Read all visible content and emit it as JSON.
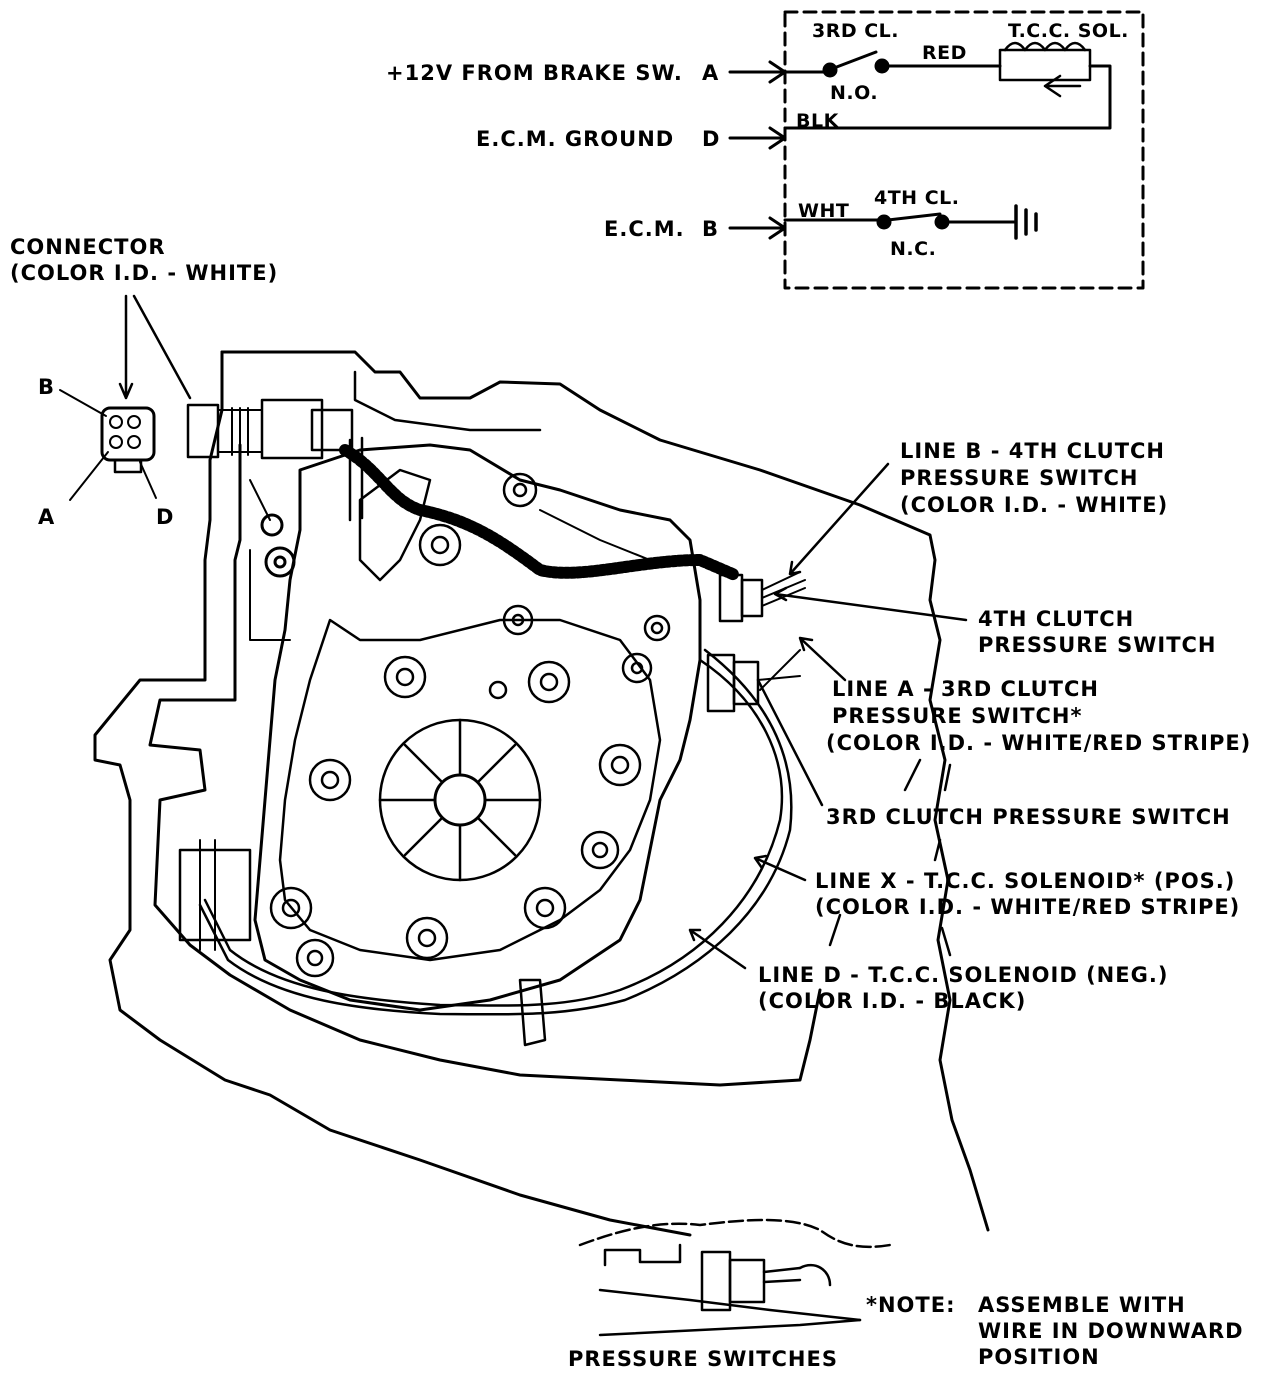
{
  "schematic": {
    "brake_input": "+12V FROM BRAKE SW.",
    "brake_pin": "A",
    "ground_input": "E.C.M. GROUND",
    "ground_pin": "D",
    "ecm_input": "E.C.M.",
    "ecm_pin": "B",
    "third_clutch": "3RD CL.",
    "third_state": "N.O.",
    "red_wire": "RED",
    "tcc_sol": "T.C.C. SOL.",
    "blk_wire": "BLK",
    "wht_wire": "WHT",
    "fourth_clutch": "4TH CL.",
    "fourth_state": "N.C."
  },
  "connector": {
    "title_line1": "CONNECTOR",
    "title_line2": "(COLOR I.D. - WHITE)",
    "pin_b": "B",
    "pin_a": "A",
    "pin_d": "D"
  },
  "callouts": {
    "line_b": [
      "LINE B - 4TH CLUTCH",
      "PRESSURE SWITCH",
      "(COLOR I.D. - WHITE)"
    ],
    "fourth_switch": [
      "4TH CLUTCH",
      "PRESSURE SWITCH"
    ],
    "line_a": [
      "LINE A - 3RD CLUTCH",
      "PRESSURE SWITCH*",
      "(COLOR I.D. - WHITE/RED STRIPE)"
    ],
    "third_switch": "3RD CLUTCH PRESSURE SWITCH",
    "line_x": [
      "LINE X - T.C.C. SOLENOID* (POS.)",
      "(COLOR I.D. - WHITE/RED STRIPE)"
    ],
    "line_d": [
      "LINE D - T.C.C. SOLENOID (NEG.)",
      "(COLOR I.D. - BLACK)"
    ],
    "pressure_switches": "PRESSURE SWITCHES",
    "note_prefix": "*NOTE:",
    "note": [
      "ASSEMBLE WITH",
      "WIRE IN DOWNWARD",
      "POSITION"
    ]
  }
}
